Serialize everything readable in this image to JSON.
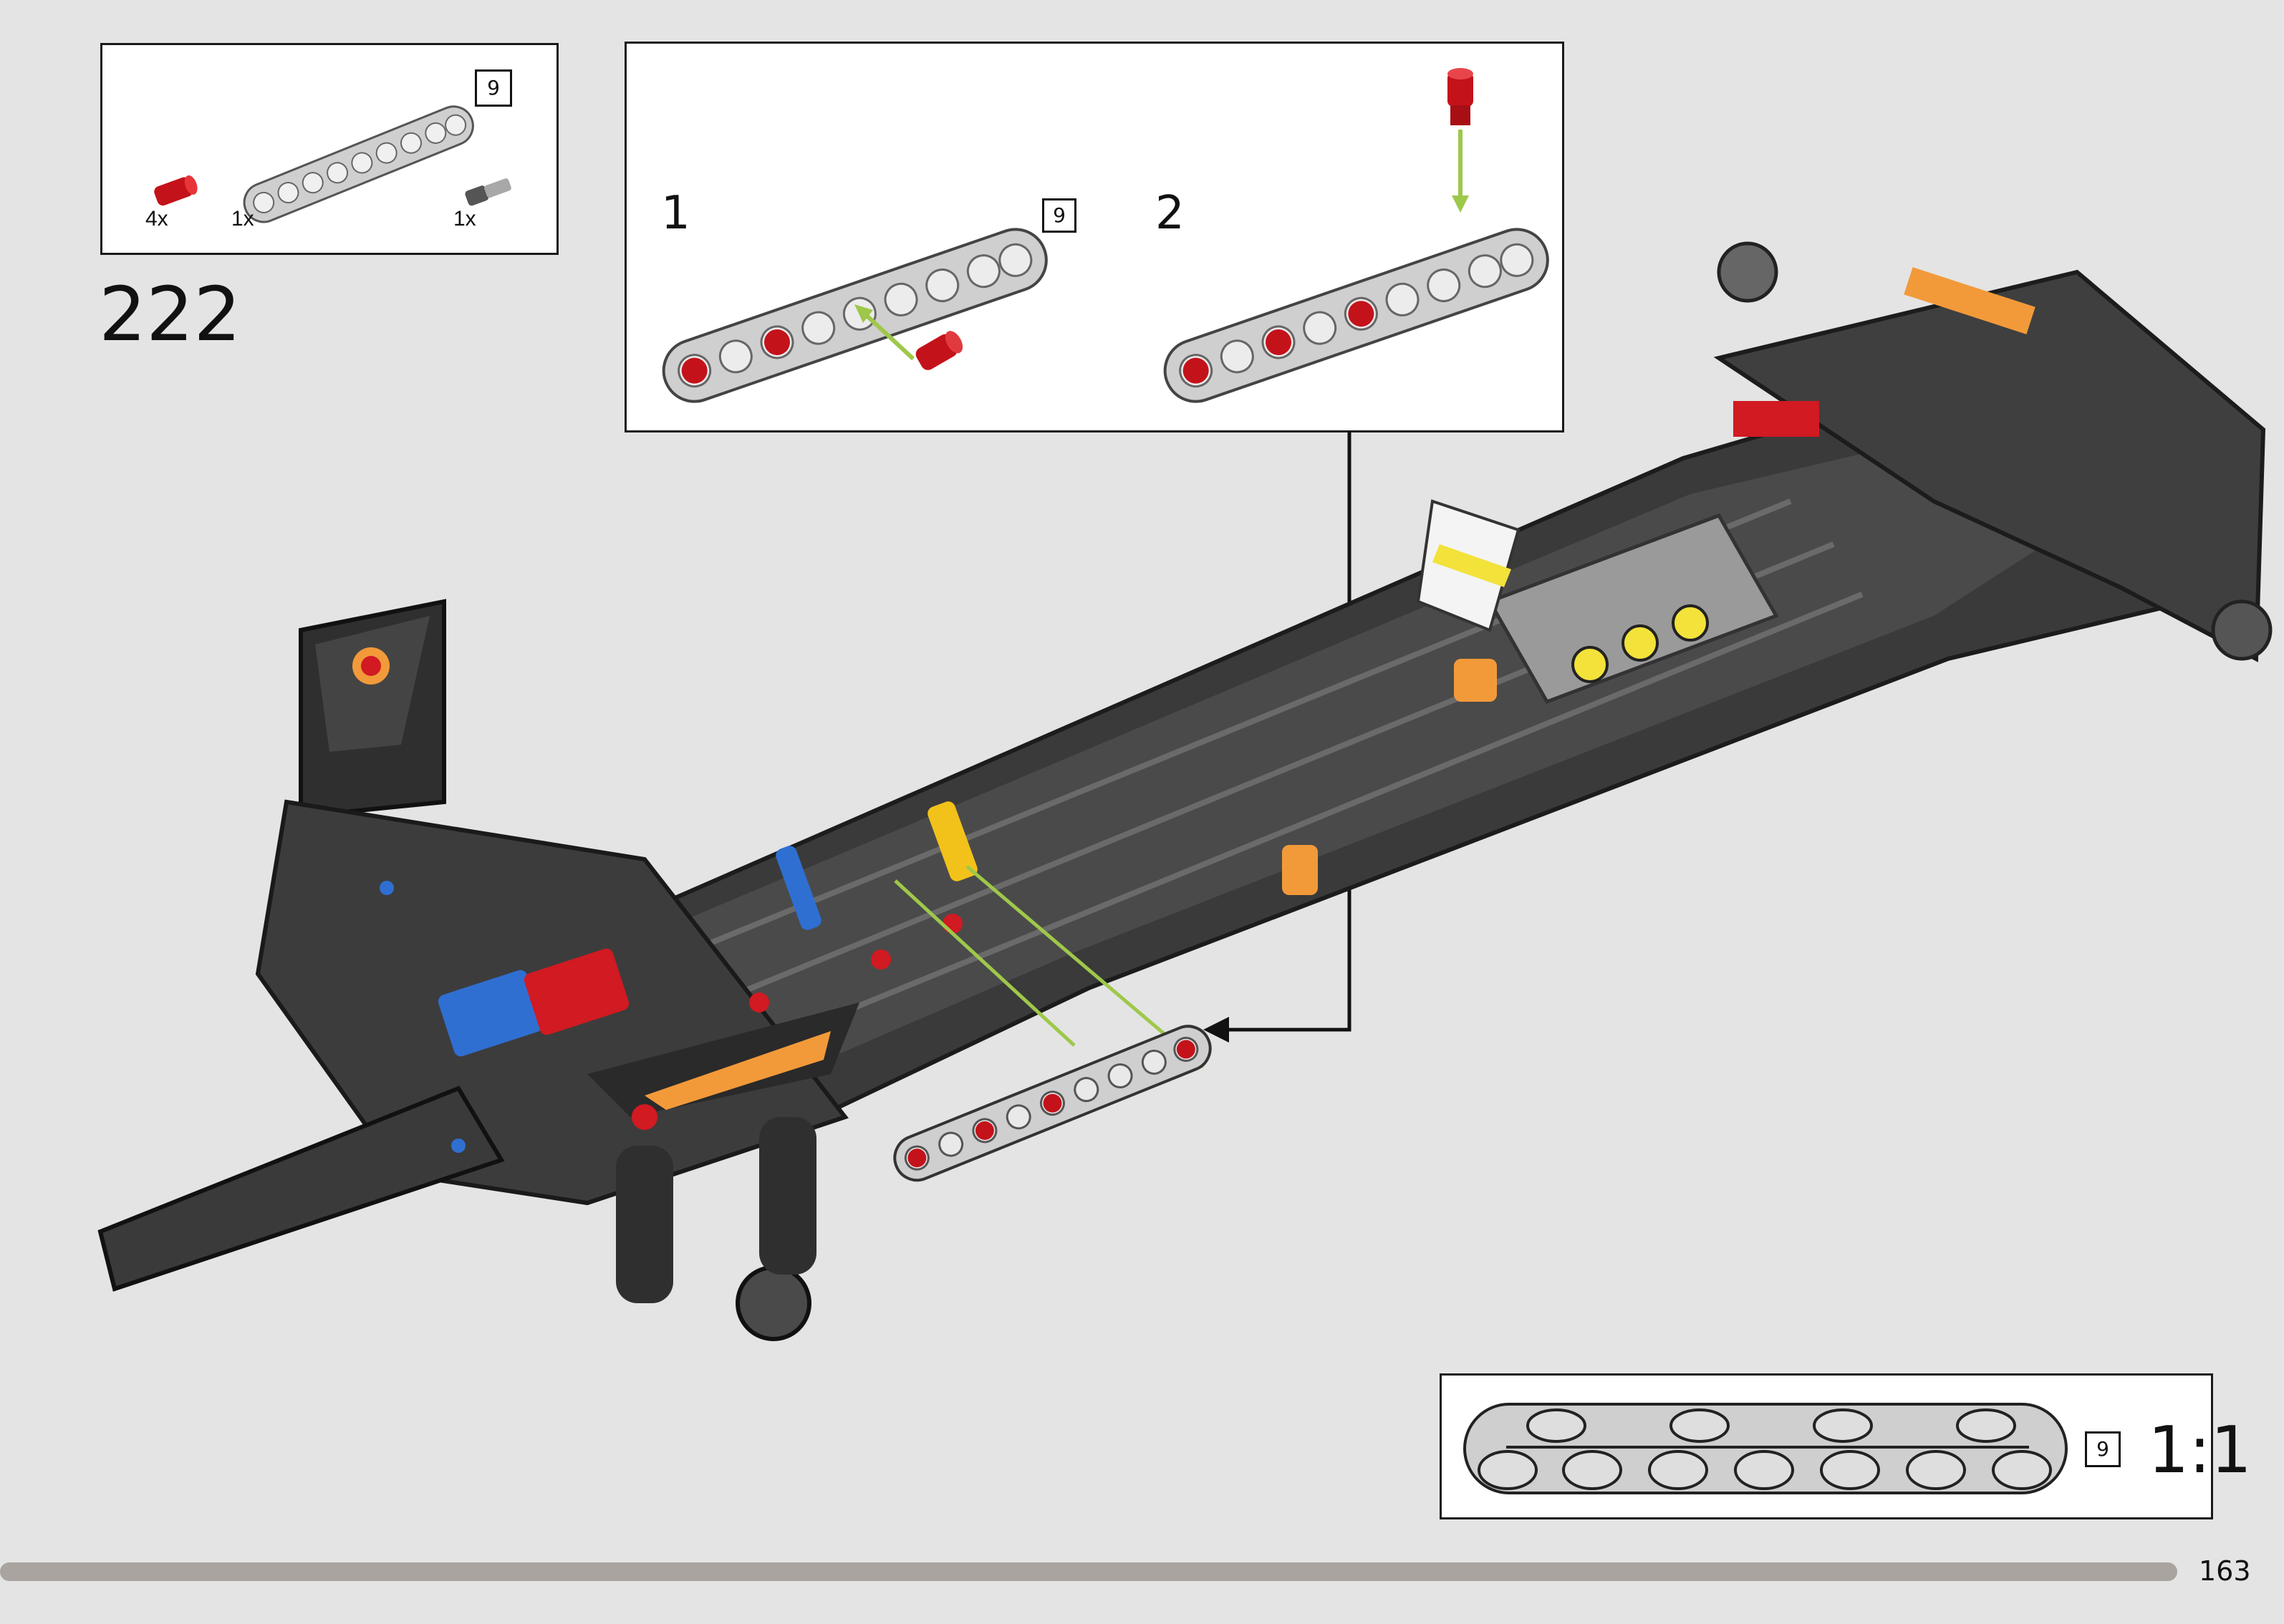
{
  "parts_list": {
    "items": [
      {
        "qty": "4x",
        "name": "red-pin"
      },
      {
        "qty": "1x",
        "name": "beam-9"
      },
      {
        "qty": "1x",
        "name": "axle-pin"
      }
    ],
    "beam_size": "9"
  },
  "step": {
    "number": "222"
  },
  "callout": {
    "substeps": [
      {
        "label": "1",
        "beam_size": "9"
      },
      {
        "label": "2"
      }
    ]
  },
  "scale_box": {
    "beam_size": "9",
    "ratio": "1:1"
  },
  "page": {
    "number": "163"
  },
  "colors": {
    "background": "#e4e4e4",
    "part_gray": "#c9c9c9",
    "pin_red": "#c4121a",
    "arrow_green": "#9ec84a",
    "chassis_dark": "#3a3a3a",
    "progress_bar": "#a9a49f"
  }
}
